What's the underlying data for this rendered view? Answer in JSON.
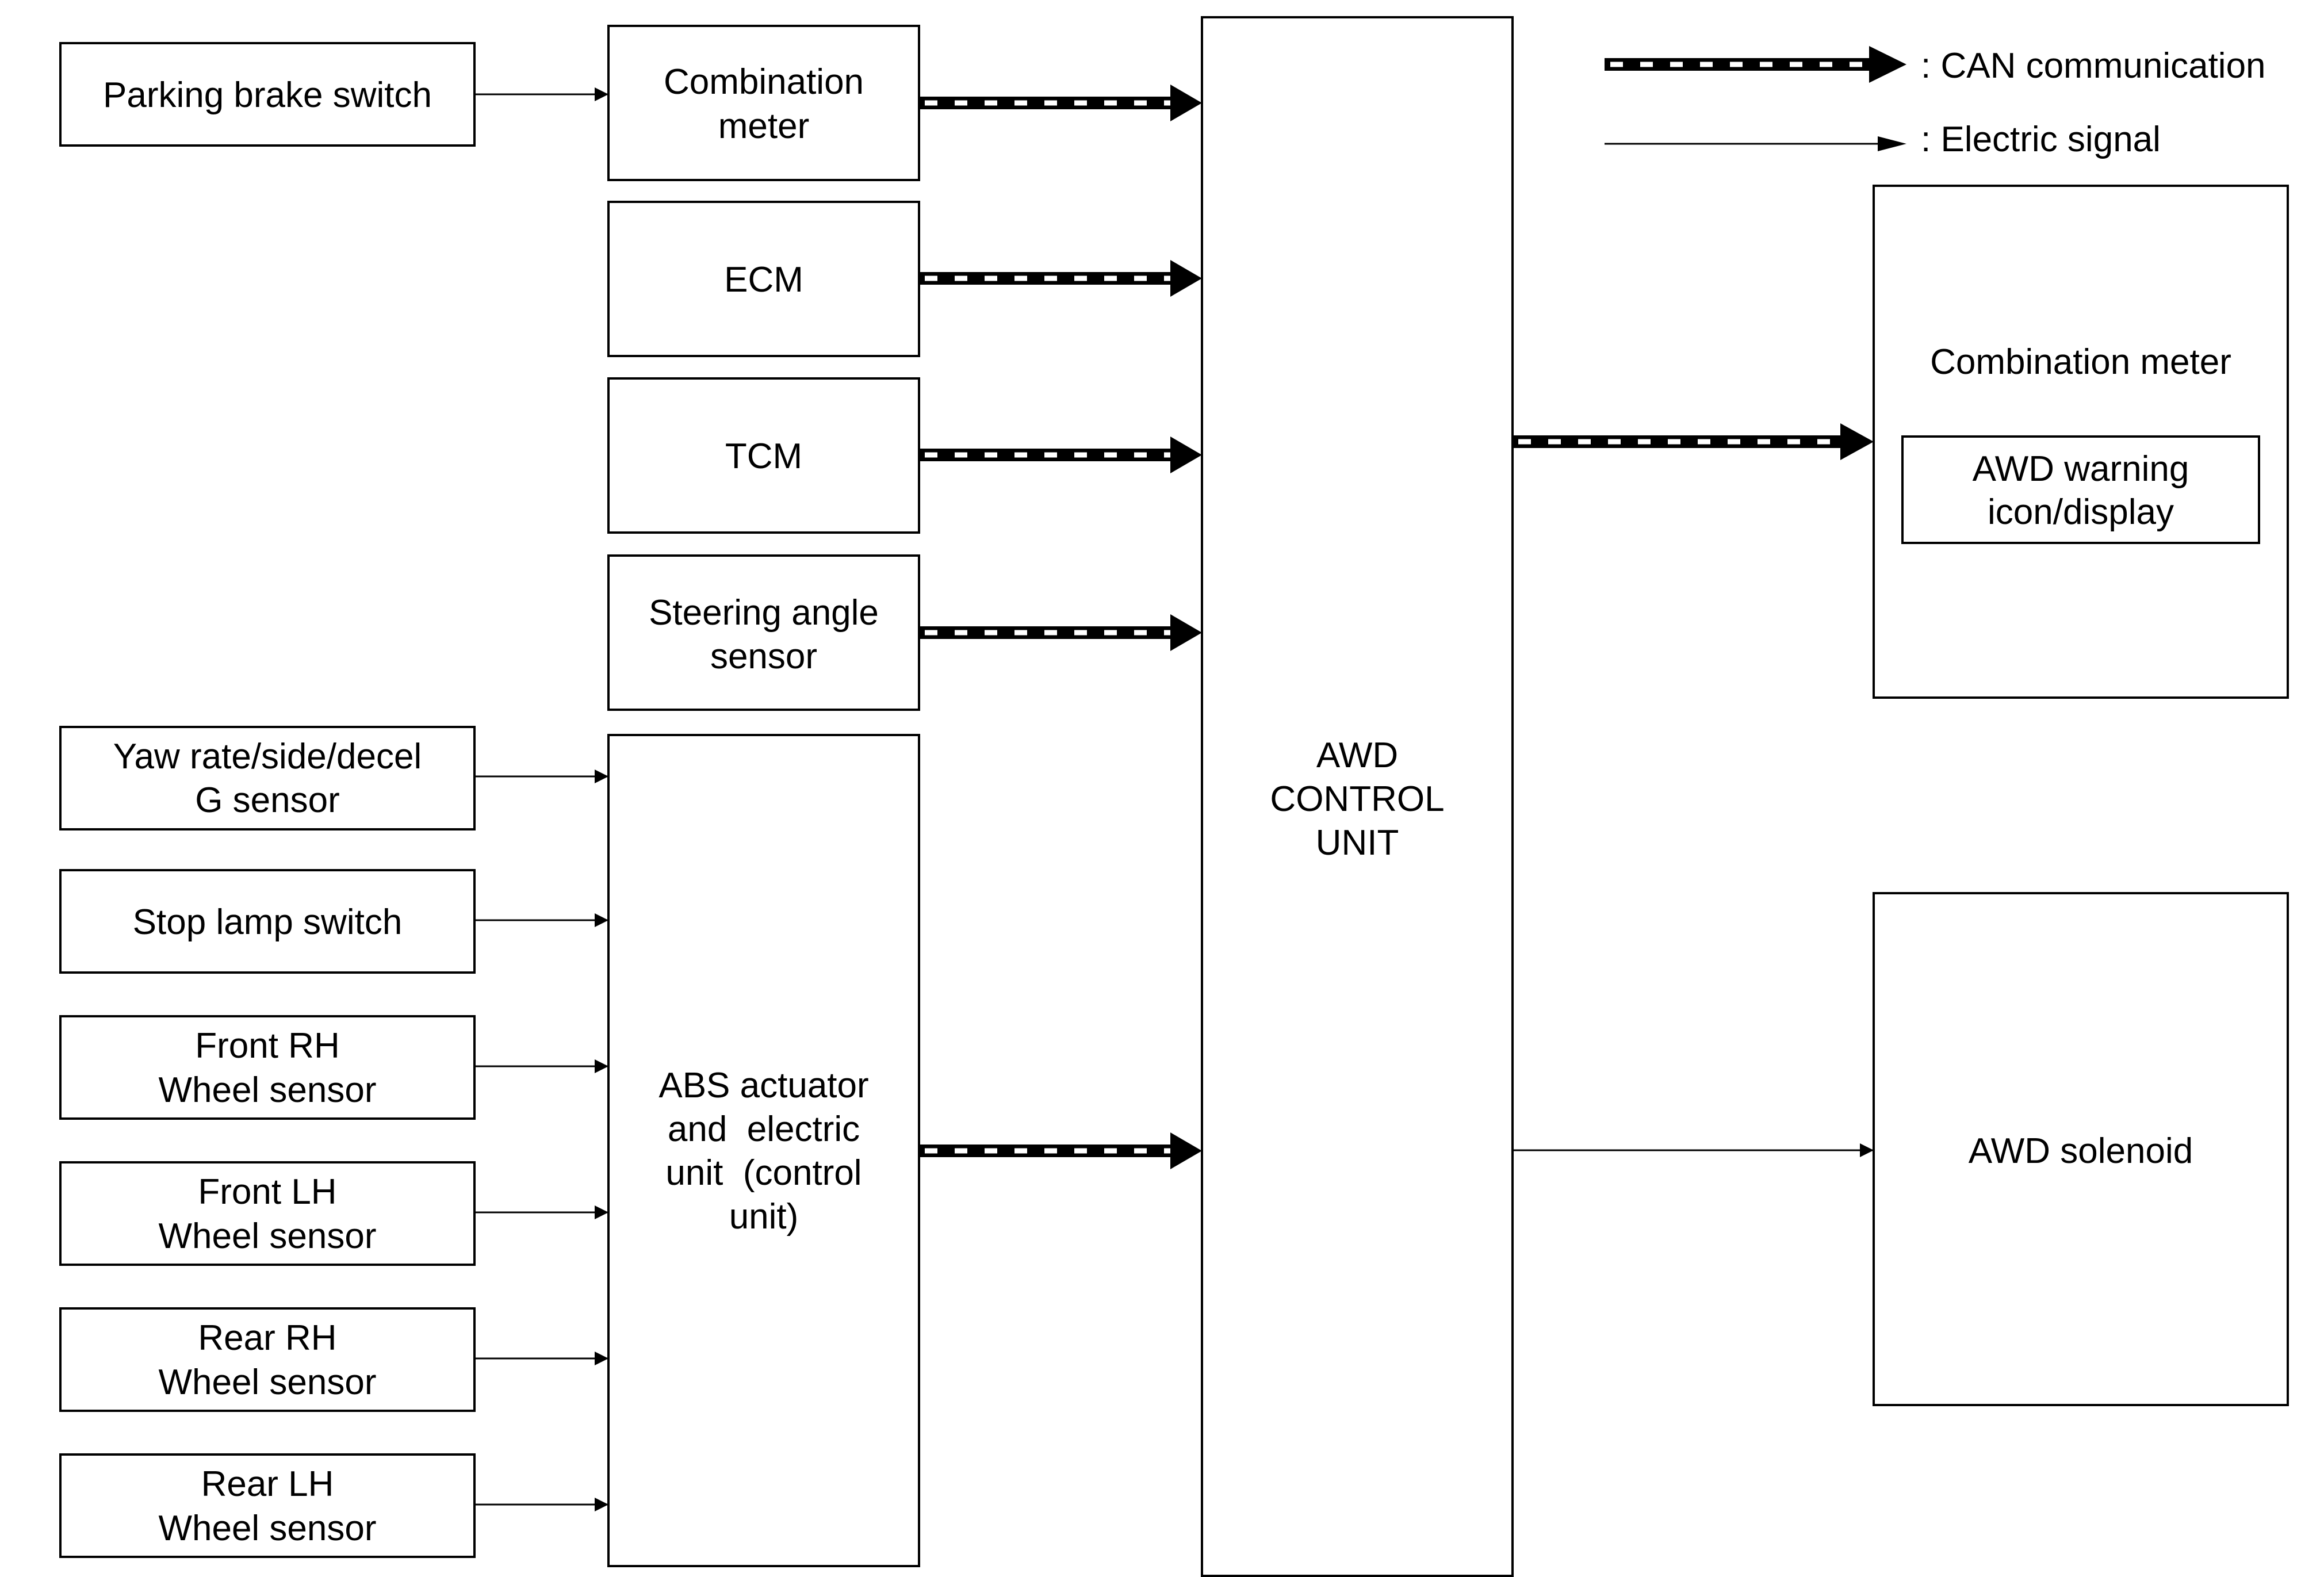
{
  "legend": {
    "can_label": ": CAN communication",
    "electric_label": ": Electric signal"
  },
  "inputs": {
    "parking_brake_switch": "Parking brake switch",
    "yaw_rate_sensor": [
      "Yaw rate/side/decel",
      "G sensor"
    ],
    "stop_lamp_switch": "Stop lamp switch",
    "front_rh_wheel_sensor": [
      "Front RH",
      "Wheel sensor"
    ],
    "front_lh_wheel_sensor": [
      "Front LH",
      "Wheel sensor"
    ],
    "rear_rh_wheel_sensor": [
      "Rear RH",
      "Wheel sensor"
    ],
    "rear_lh_wheel_sensor": [
      "Rear LH",
      "Wheel sensor"
    ]
  },
  "modules": {
    "combination_meter": [
      "Combination",
      "meter"
    ],
    "ecm": "ECM",
    "tcm": "TCM",
    "steering_angle_sensor": [
      "Steering angle",
      "sensor"
    ],
    "abs_unit": [
      "ABS actuator",
      "and  electric",
      "unit  (control",
      "unit)"
    ]
  },
  "control_unit": [
    "AWD",
    "CONTROL",
    "UNIT"
  ],
  "outputs": {
    "combination_meter": "Combination meter",
    "awd_warning": [
      "AWD warning",
      "icon/display"
    ],
    "awd_solenoid": "AWD solenoid"
  },
  "colors": {
    "line": "#000000",
    "background": "#ffffff",
    "can_stripe": "#ffffff"
  }
}
